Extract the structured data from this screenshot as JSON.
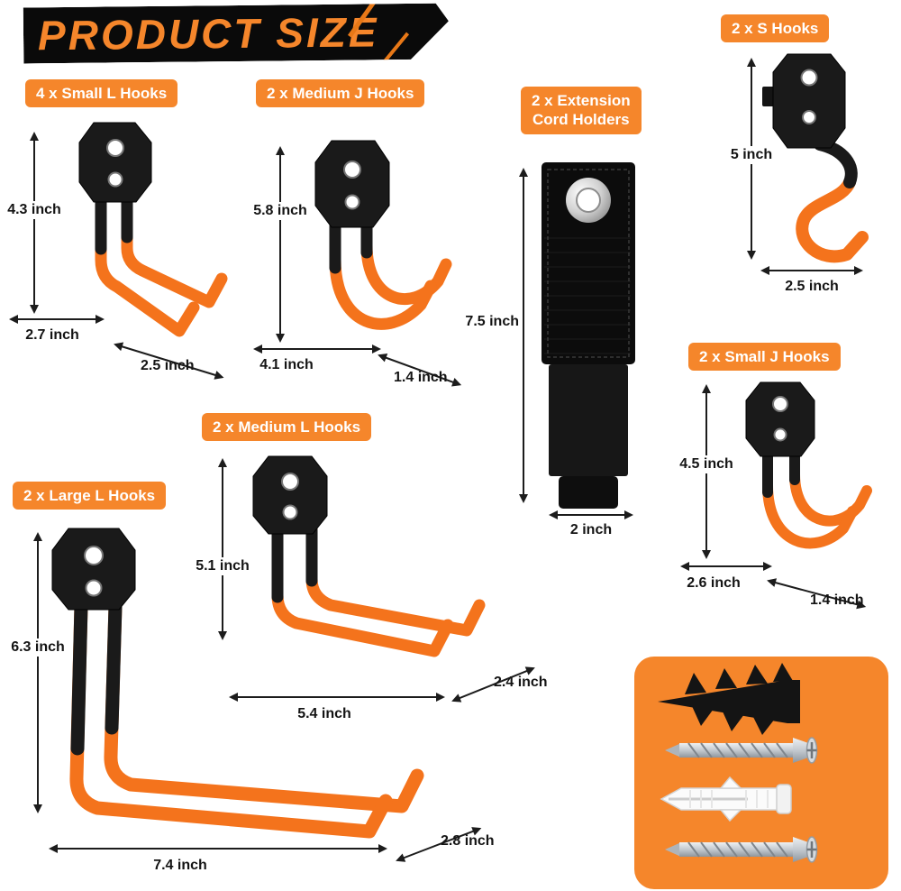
{
  "page": {
    "title": "PRODUCT SIZE"
  },
  "colors": {
    "accent_orange": "#f5862b",
    "hook_orange": "#f4731c",
    "metal_black": "#1a1a1a",
    "text_black": "#141414",
    "badge_text": "#ffffff",
    "background": "#ffffff"
  },
  "products": [
    {
      "name": "small-l-hooks",
      "label": "4 x Small L Hooks",
      "dimensions": {
        "height": "4.3 inch",
        "width": "2.7 inch",
        "depth": "2.5 inch"
      }
    },
    {
      "name": "medium-j-hooks",
      "label": "2 x Medium J Hooks",
      "dimensions": {
        "height": "5.8 inch",
        "width": "4.1 inch",
        "depth": "1.4 inch"
      }
    },
    {
      "name": "extension-cord-holders",
      "label_lines": [
        "2 x Extension",
        "Cord Holders"
      ],
      "dimensions": {
        "height": "7.5 inch",
        "width": "2 inch"
      }
    },
    {
      "name": "s-hooks",
      "label": "2 x S Hooks",
      "dimensions": {
        "height": "5 inch",
        "width": "2.5 inch"
      }
    },
    {
      "name": "small-j-hooks",
      "label": "2 x Small J Hooks",
      "dimensions": {
        "height": "4.5 inch",
        "width": "2.6 inch",
        "depth": "1.4 inch"
      }
    },
    {
      "name": "medium-l-hooks",
      "label": "2 x Medium L Hooks",
      "dimensions": {
        "height": "5.1 inch",
        "width": "5.4 inch",
        "depth": "2.4 inch"
      }
    },
    {
      "name": "large-l-hooks",
      "label": "2 x Large L Hooks",
      "dimensions": {
        "height": "6.3 inch",
        "width": "7.4 inch",
        "depth": "2.8 inch"
      }
    }
  ],
  "hardware_panel": {
    "items": [
      "drywall-anchor",
      "phillips-screw",
      "plastic-wall-plug",
      "phillips-screw"
    ]
  }
}
